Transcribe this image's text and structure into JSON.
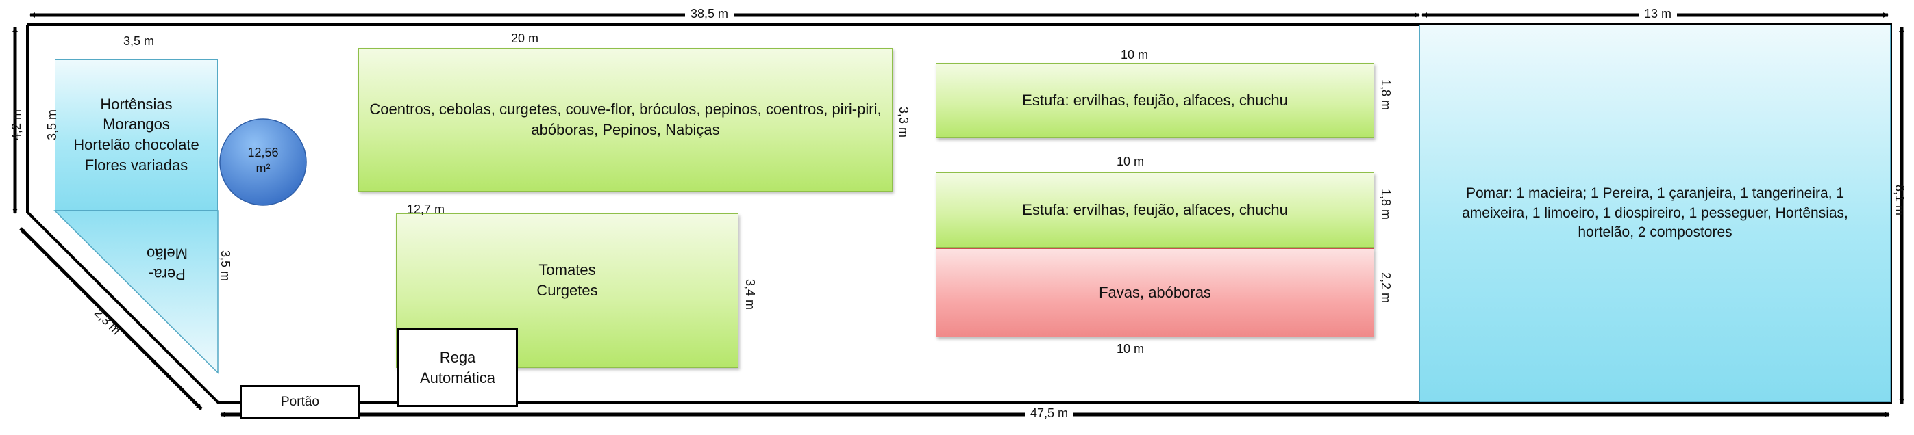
{
  "dimensions": {
    "top_total": "38,5 m",
    "top_right": "13 m",
    "bottom_total": "47,5 m",
    "left_height": "4,2 m",
    "left_diagonal": "2,3 m",
    "right_height": "8,1 m"
  },
  "beds": {
    "flowers": {
      "width": "3,5 m",
      "height": "3,5 m",
      "lines": [
        "Hortênsias",
        "Morangos",
        "Hortelão chocolate",
        "Flores variadas"
      ]
    },
    "triangle": {
      "height": "3,5 m",
      "lines": [
        "Pera-",
        "Melão"
      ]
    },
    "circle": {
      "line1": "12,56",
      "line2": "m²"
    },
    "herbs": {
      "width": "20 m",
      "height": "3,3 m",
      "text": "Coentros, cebolas, curgetes, couve-flor, bróculos, pepinos, coentros, piri-piri, abóboras, Pepinos, Nabiças"
    },
    "tomatoes": {
      "width": "12,7 m",
      "height": "3,4 m",
      "lines": [
        "Tomates",
        "Curgetes"
      ]
    },
    "irrigation": {
      "lines": [
        "Rega",
        "Automática"
      ]
    },
    "gate": {
      "label": "Portão"
    },
    "greenhouse1": {
      "width": "10 m",
      "height": "1,8 m",
      "text": "Estufa: ervilhas, feujão, alfaces, chuchu"
    },
    "greenhouse2": {
      "width": "10 m",
      "height": "1,8 m",
      "text": "Estufa: ervilhas, feujão, alfaces, chuchu"
    },
    "beans": {
      "width": "10 m",
      "height": "2,2 m",
      "text": "Favas, abóboras"
    },
    "orchard": {
      "text": "Pomar: 1 macieira; 1 Pereira, 1 çaranjeira, 1 tangerineira, 1 ameixeira, 1 limoeiro, 1 diospireiro, 1 pesseguer, Hortênsias, hortelão, 2 compostores"
    }
  },
  "colors": {
    "green_fill": "#c9ec8c",
    "red_fill": "#f8a8a8",
    "blue_fill": "#a9e8f6",
    "circle_fill": "#4a86d6"
  }
}
